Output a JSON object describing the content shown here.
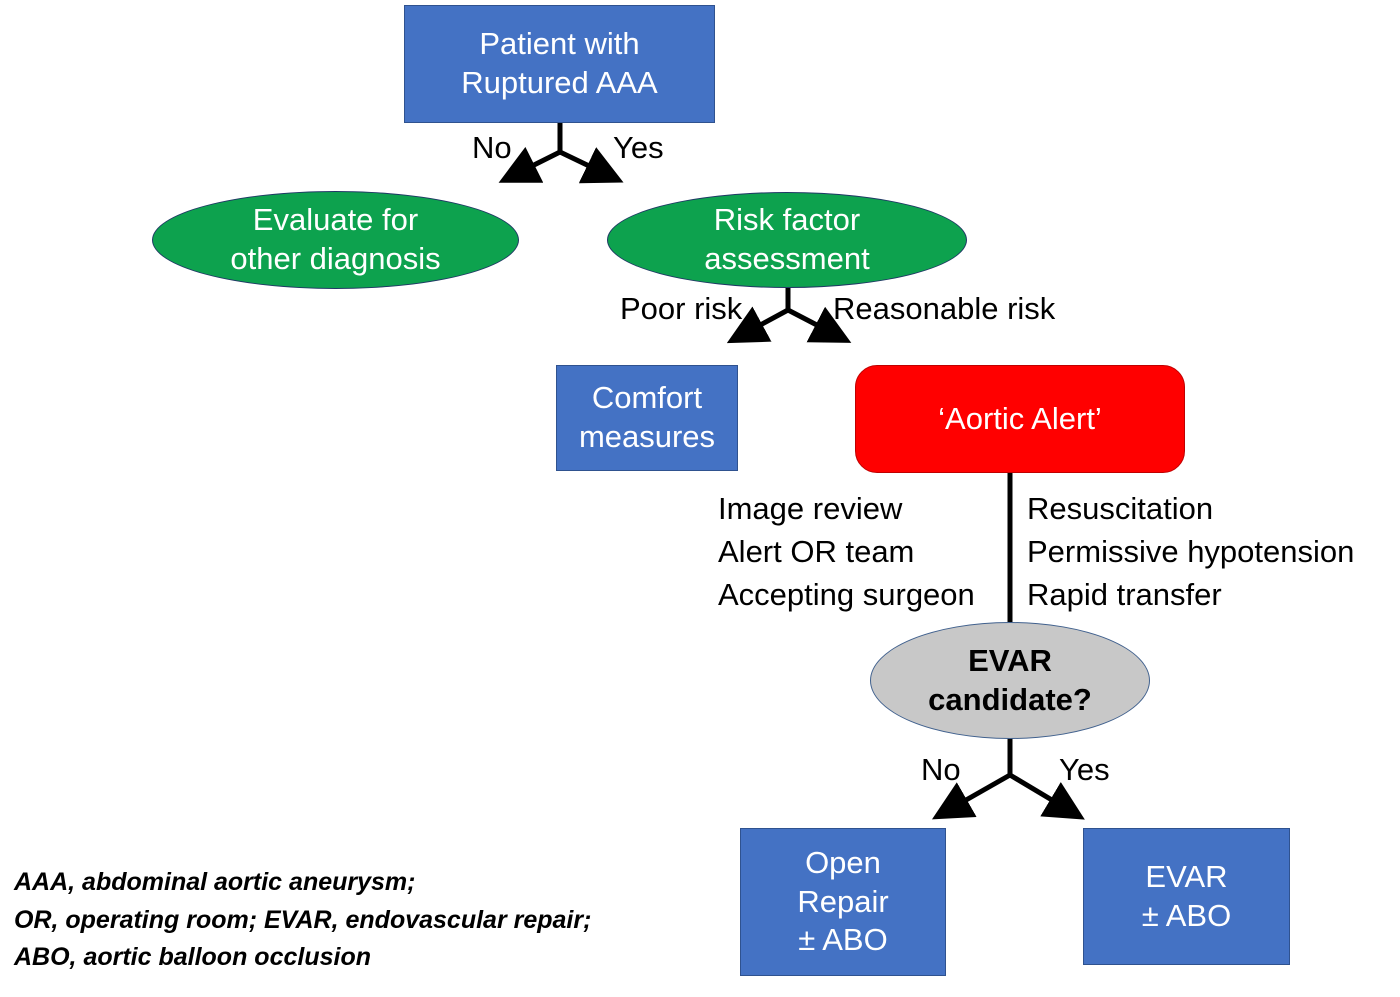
{
  "diagram": {
    "title": "Ruptured AAA management algorithm",
    "colors": {
      "box_blue": "#4472C4",
      "alert_red": "#FF0000",
      "ellipse_green": "#0DA24E",
      "ellipse_gray": "#C8C8C8",
      "text_dark": "#000000",
      "text_light": "#FFFFFF",
      "connector": "#000000"
    },
    "nodes": {
      "patient": {
        "line1": "Patient with",
        "line2": "Ruptured AAA"
      },
      "evaluate_other": {
        "line1": "Evaluate for",
        "line2": "other diagnosis"
      },
      "risk_assessment": {
        "line1": "Risk factor",
        "line2": "assessment"
      },
      "comfort": {
        "line1": "Comfort",
        "line2": "measures"
      },
      "aortic_alert": {
        "line1": "‘Aortic Alert’"
      },
      "evar_candidate": {
        "line1": "EVAR",
        "line2": "candidate?"
      },
      "open_repair": {
        "line1": "Open",
        "line2": "Repair",
        "line3": "± ABO"
      },
      "evar": {
        "line1": "EVAR",
        "line2": "± ABO"
      }
    },
    "edge_labels": {
      "patient_no": "No",
      "patient_yes": "Yes",
      "risk_poor": "Poor risk",
      "risk_reasonable": "Reasonable risk",
      "evar_no": "No",
      "evar_yes": "Yes"
    },
    "actions": {
      "left": {
        "item1": "Image review",
        "item2": "Alert OR team",
        "item3": "Accepting surgeon"
      },
      "right": {
        "item1": "Resuscitation",
        "item2": "Permissive hypotension",
        "item3": "Rapid transfer"
      }
    },
    "legend": {
      "line1": "AAA, abdominal aortic aneurysm;",
      "line2": "OR, operating room; EVAR, endovascular repair;",
      "line3": "ABO, aortic balloon occlusion"
    }
  }
}
